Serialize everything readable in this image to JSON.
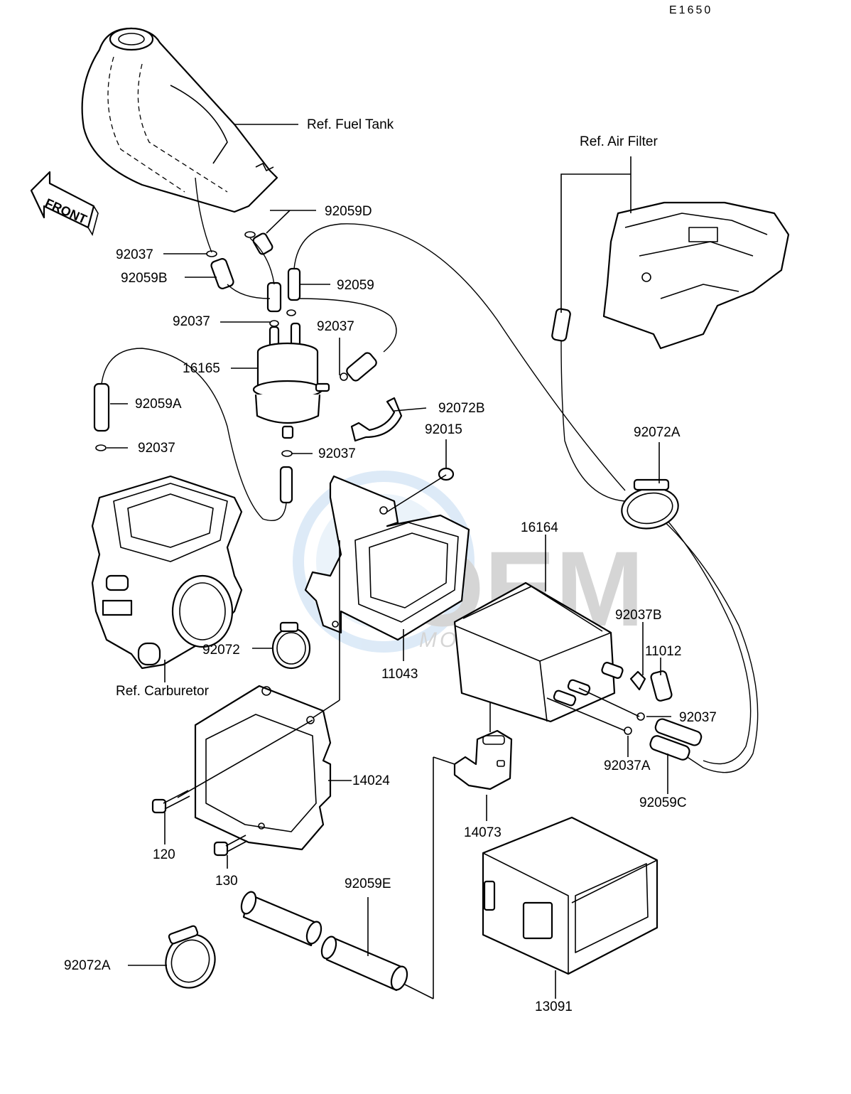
{
  "diagram_id": "E1650",
  "front_arrow_text": "FRONT",
  "watermark": {
    "brand": "OEM",
    "sub": "MOTORPARTS"
  },
  "labels": {
    "ref_fuel_tank": "Ref. Fuel Tank",
    "ref_air_filter": "Ref. Air Filter",
    "ref_carburetor": "Ref. Carburetor",
    "p92059D": "92059D",
    "p92037_a": "92037",
    "p92059B": "92059B",
    "p92059": "92059",
    "p92037_b": "92037",
    "p92037_c": "92037",
    "p16165": "16165",
    "p92059A": "92059A",
    "p92072B": "92072B",
    "p92037_d": "92037",
    "p92015": "92015",
    "p92037_e": "92037",
    "p92072A_a": "92072A",
    "p16164": "16164",
    "p92037B": "92037B",
    "p11012": "11012",
    "p92072": "92072",
    "p11043": "11043",
    "p92037_f": "92037",
    "p92037A": "92037A",
    "p92059C": "92059C",
    "p14024": "14024",
    "p14073": "14073",
    "p120": "120",
    "p130": "130",
    "p92059E": "92059E",
    "p92072A_b": "92072A",
    "p13091": "13091"
  }
}
